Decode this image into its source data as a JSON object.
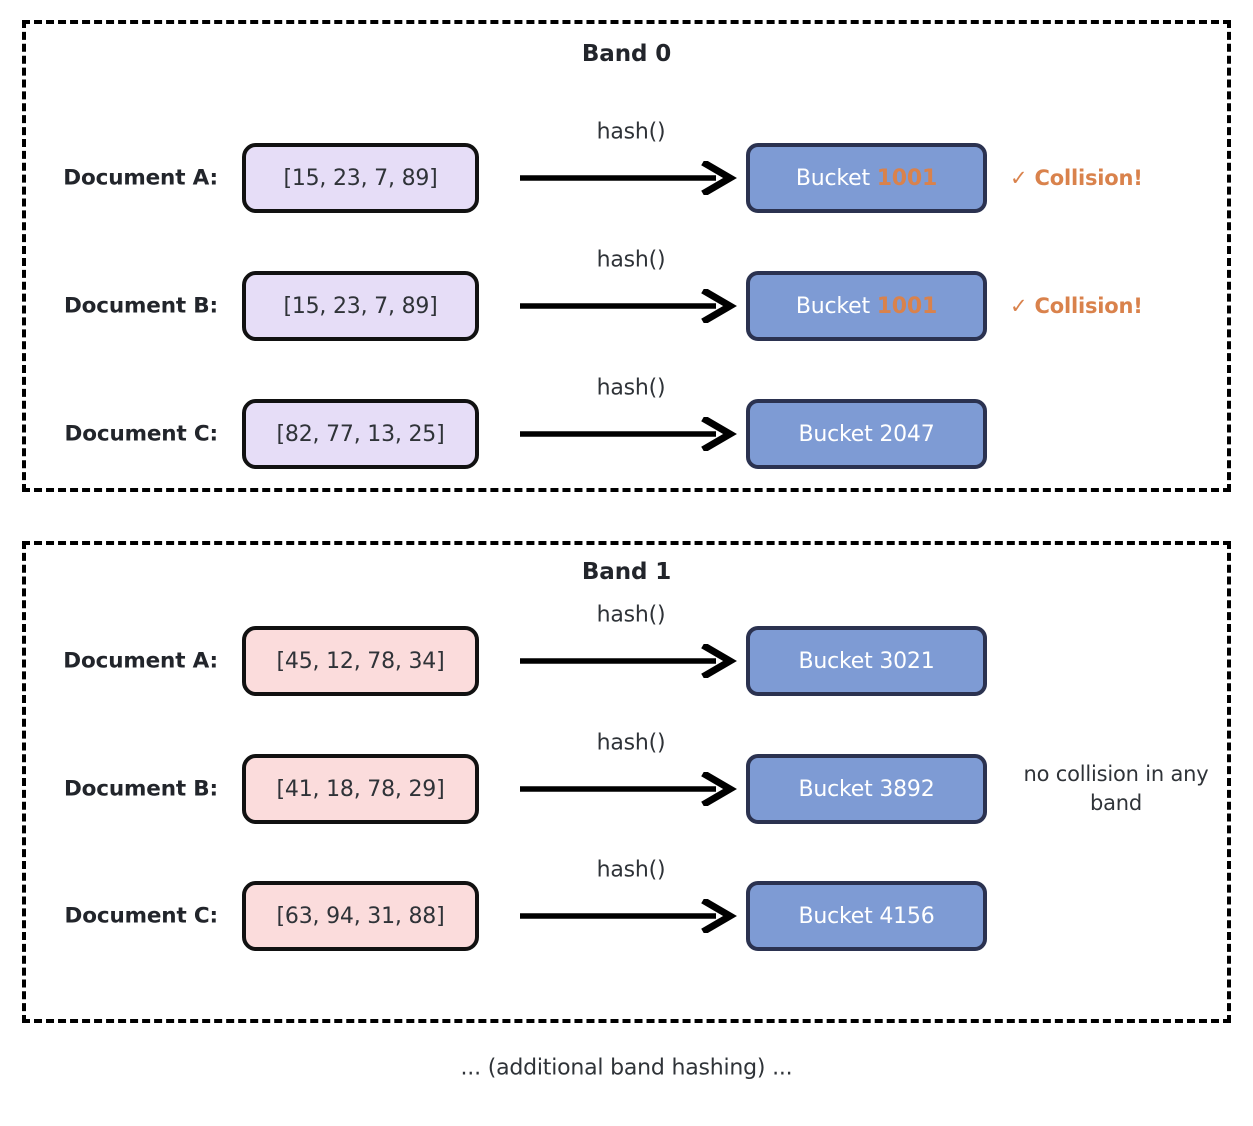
{
  "diagram": {
    "footer_caption": "... (additional band hashing) ...",
    "hash_label": "hash()",
    "bucket_prefix": "Bucket ",
    "colors": {
      "band0_signature_fill": "#e6ddf7",
      "band1_signature_fill": "#fbdcdc",
      "bucket_fill": "#7e9bd4",
      "bucket_border": "#2b3250",
      "accent_orange": "#d9824c",
      "text_dark": "#22252b",
      "border_black": "#111111"
    }
  },
  "bands": [
    {
      "title": "Band 0",
      "rows": [
        {
          "doc_label": "Document A:",
          "signature": "[15, 23, 7, 89]",
          "hash_label": "hash()",
          "bucket_prefix": "Bucket ",
          "bucket_id": "1001",
          "bucket_highlight": true,
          "annotation": "✓ Collision!",
          "annotation_kind": "collision"
        },
        {
          "doc_label": "Document B:",
          "signature": "[15, 23, 7, 89]",
          "hash_label": "hash()",
          "bucket_prefix": "Bucket ",
          "bucket_id": "1001",
          "bucket_highlight": true,
          "annotation": "✓ Collision!",
          "annotation_kind": "collision"
        },
        {
          "doc_label": "Document C:",
          "signature": "[82, 77, 13, 25]",
          "hash_label": "hash()",
          "bucket_prefix": "Bucket ",
          "bucket_id": "2047",
          "bucket_highlight": false,
          "annotation": "",
          "annotation_kind": "none"
        }
      ]
    },
    {
      "title": "Band 1",
      "rows": [
        {
          "doc_label": "Document A:",
          "signature": "[45, 12, 78, 34]",
          "hash_label": "hash()",
          "bucket_prefix": "Bucket ",
          "bucket_id": "3021",
          "bucket_highlight": false,
          "annotation": "",
          "annotation_kind": "none"
        },
        {
          "doc_label": "Document B:",
          "signature": "[41, 18, 78, 29]",
          "hash_label": "hash()",
          "bucket_prefix": "Bucket ",
          "bucket_id": "3892",
          "bucket_highlight": false,
          "annotation": "no collision in any band",
          "annotation_kind": "note"
        },
        {
          "doc_label": "Document C:",
          "signature": "[63, 94, 31, 88]",
          "hash_label": "hash()",
          "bucket_prefix": "Bucket ",
          "bucket_id": "4156",
          "bucket_highlight": false,
          "annotation": "",
          "annotation_kind": "none"
        }
      ]
    }
  ]
}
